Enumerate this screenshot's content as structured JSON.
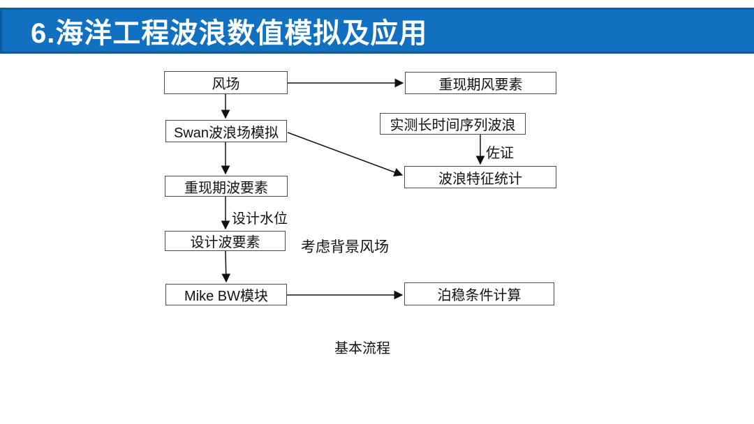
{
  "header": {
    "title": "6.海洋工程波浪数值模拟及应用",
    "bar_color": "#1270c0",
    "bar_edge_color": "#0d5c9e",
    "text_color": "#ffffff"
  },
  "diagram": {
    "caption": "基本流程",
    "nodes": {
      "wind_field": "风场",
      "return_wind": "重现期风要素",
      "swan": "Swan波浪场模拟",
      "measured": "实测长时间序列波浪",
      "wave_stats": "波浪特征统计",
      "return_wave": "重现期波要素",
      "design_wave": "设计波要素",
      "mike_bw": "Mike BW模块",
      "berth": "泊稳条件计算"
    },
    "edge_labels": {
      "design_water_level": "设计水位",
      "background_wind": "考虑背景风场",
      "corroborate": "佐证"
    },
    "colors": {
      "box_border": "#4a4a4a",
      "line": "#111111",
      "box_text": "#111111"
    }
  }
}
